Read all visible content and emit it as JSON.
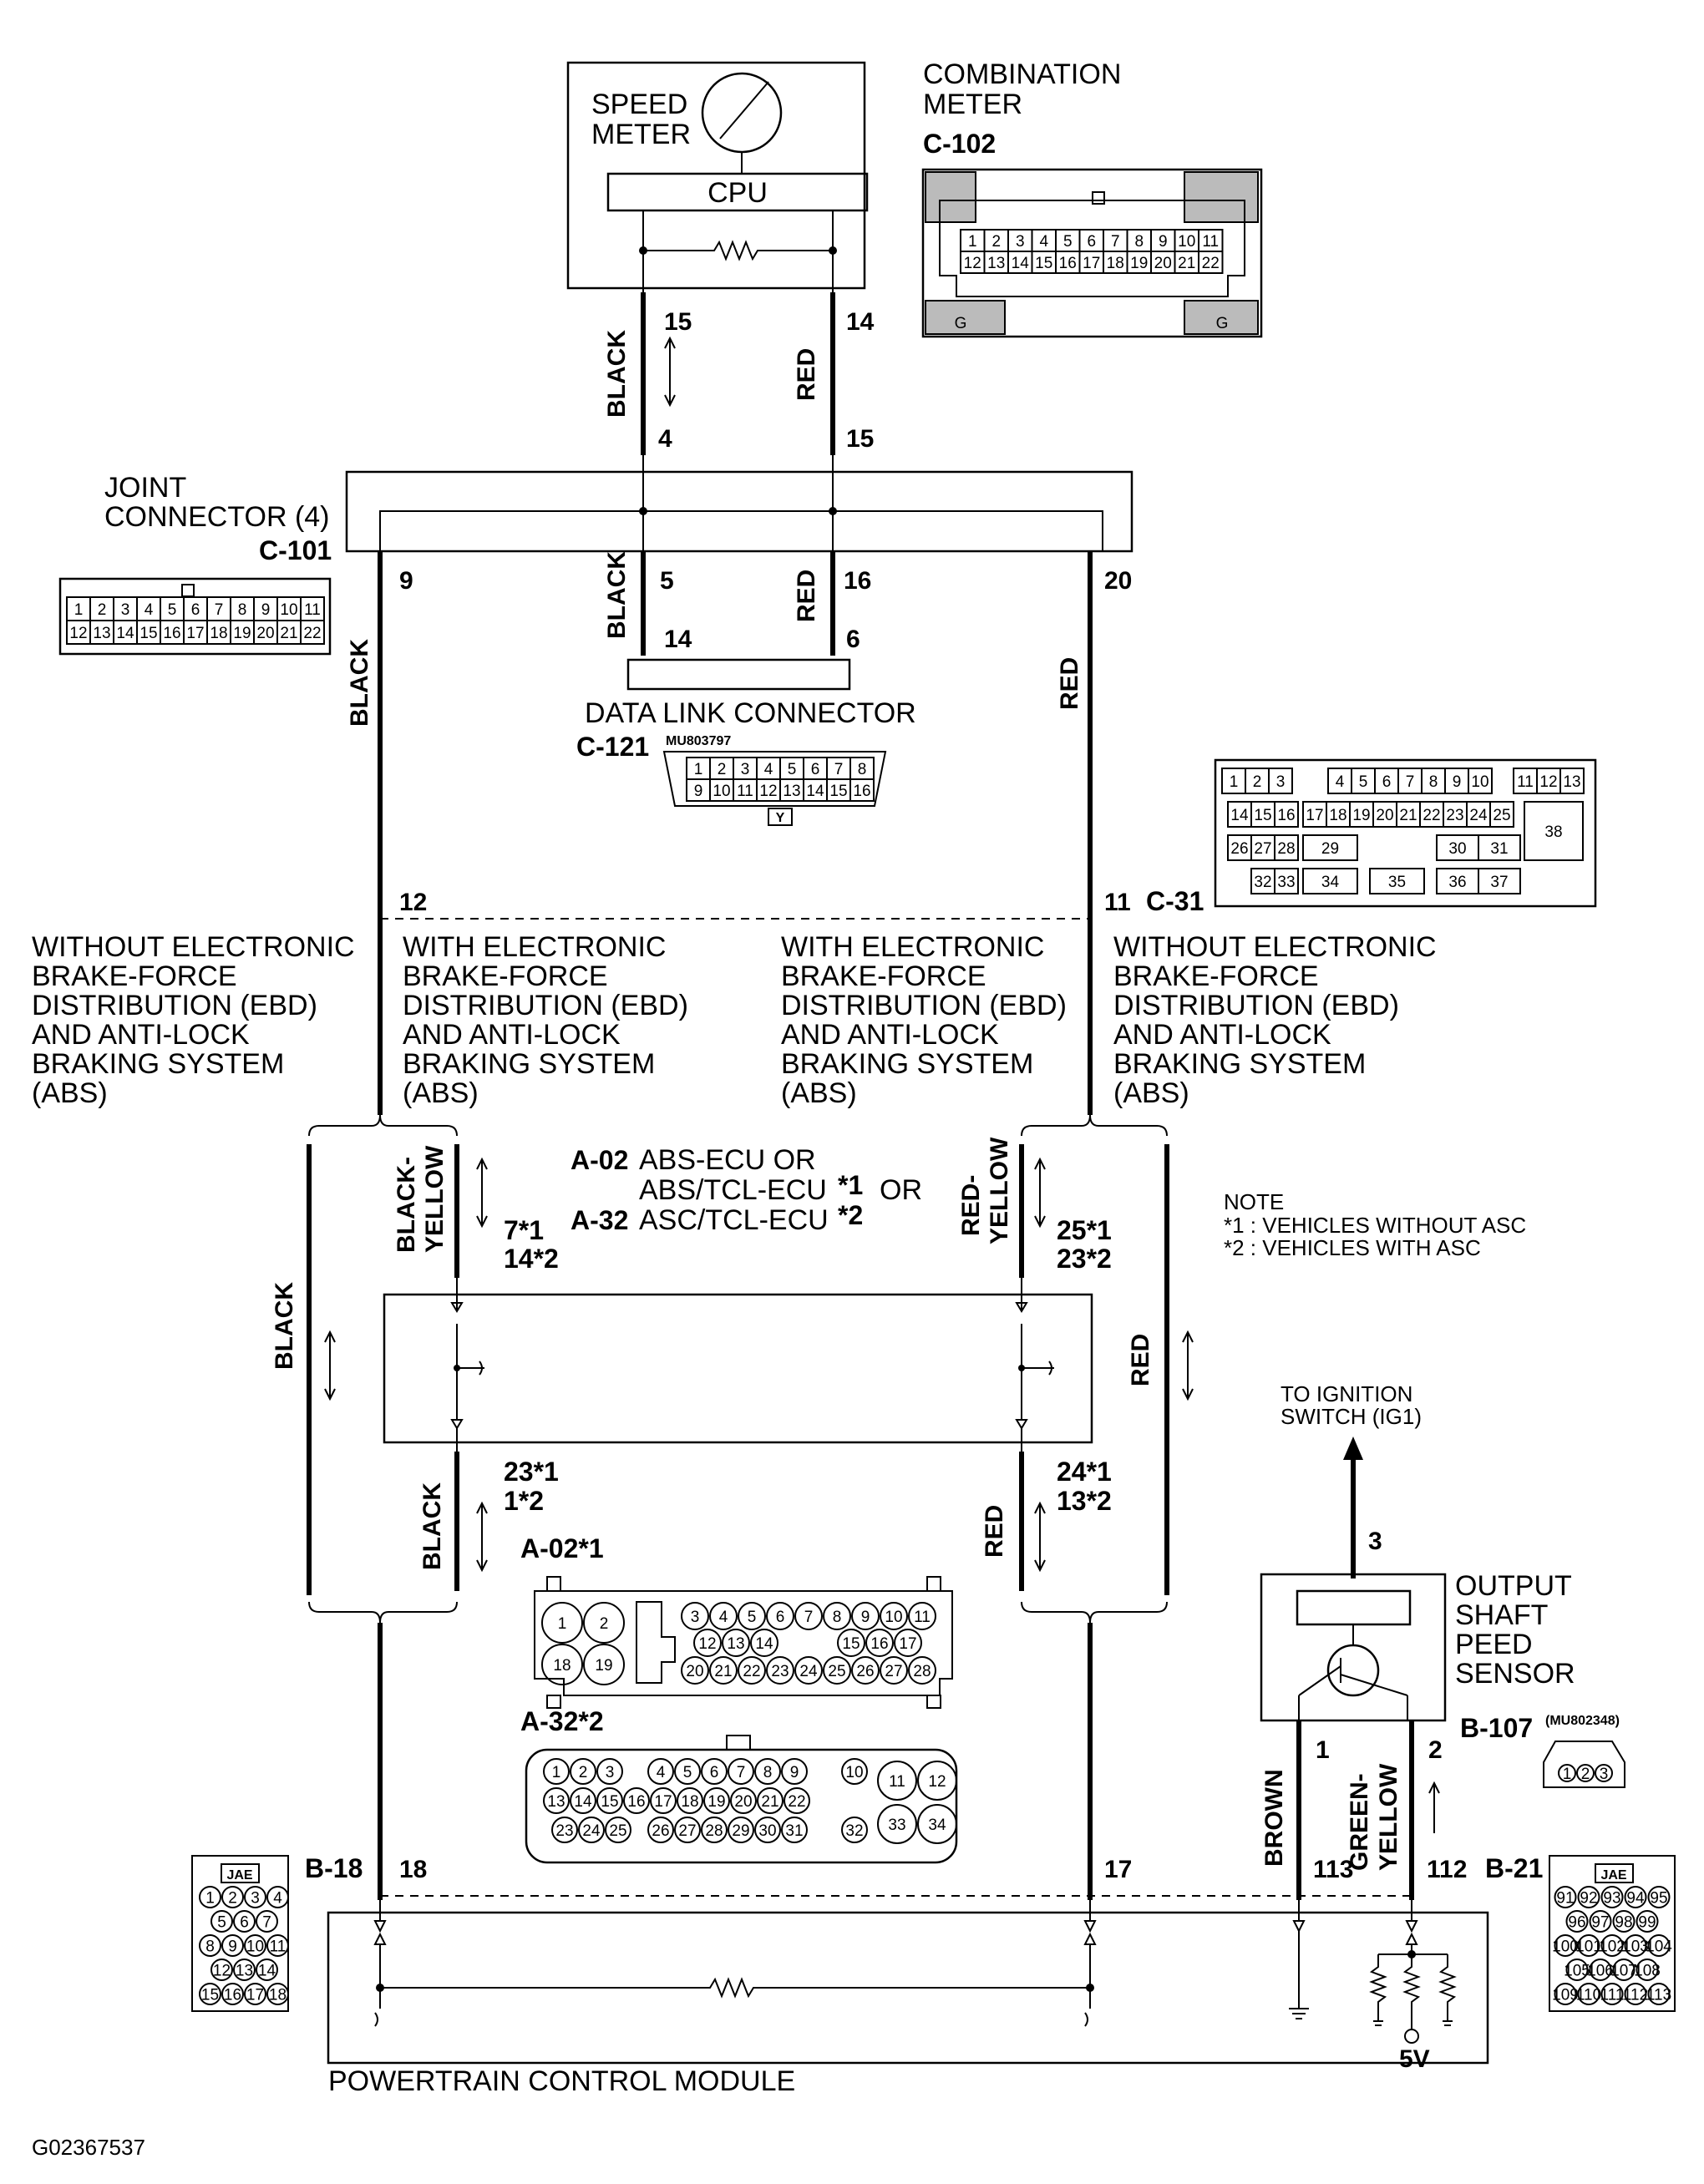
{
  "combination_meter": {
    "title_line1": "COMBINATION",
    "title_line2": "METER",
    "connector": "C-102",
    "speed_line1": "SPEED",
    "speed_line2": "METER",
    "cpu": "CPU",
    "pin_left": "15",
    "pin_right": "14",
    "pins_row1": [
      "1",
      "2",
      "3",
      "4",
      "5",
      "6",
      "7",
      "8",
      "9",
      "10",
      "11"
    ],
    "pins_row2": [
      "12",
      "13",
      "14",
      "15",
      "16",
      "17",
      "18",
      "19",
      "20",
      "21",
      "22"
    ],
    "ground_mark": "G"
  },
  "joint_connector": {
    "title_line1": "JOINT",
    "title_line2": "CONNECTOR (4)",
    "connector": "C-101",
    "pin_in_left": "4",
    "pin_in_right": "15",
    "pin_out_1": "9",
    "pin_out_2": "5",
    "pin_out_3": "16",
    "pin_out_4": "20",
    "pins_row1": [
      "1",
      "2",
      "3",
      "4",
      "5",
      "6",
      "7",
      "8",
      "9",
      "10",
      "11"
    ],
    "pins_row2": [
      "12",
      "13",
      "14",
      "15",
      "16",
      "17",
      "18",
      "19",
      "20",
      "21",
      "22"
    ]
  },
  "data_link_connector": {
    "title": "DATA LINK CONNECTOR",
    "connector": "C-121",
    "part_no": "MU803797",
    "pin_left": "14",
    "pin_right": "6",
    "pins_row1": [
      "1",
      "2",
      "3",
      "4",
      "5",
      "6",
      "7",
      "8"
    ],
    "pins_row2": [
      "9",
      "10",
      "11",
      "12",
      "13",
      "14",
      "15",
      "16"
    ],
    "key": "Y"
  },
  "wire_colors": {
    "black": "BLACK",
    "red": "RED",
    "black_yellow_1": "BLACK-",
    "black_yellow_2": "YELLOW",
    "red_yellow_1": "RED-",
    "red_yellow_2": "YELLOW",
    "brown": "BROWN",
    "green_yellow_1": "GREEN-",
    "green_yellow_2": "YELLOW"
  },
  "c31": {
    "connector": "C-31",
    "pin_left": "12",
    "pin_right": "11",
    "row1": [
      "1",
      "2",
      "3",
      "4",
      "5",
      "6",
      "7",
      "8",
      "9",
      "10",
      "11",
      "12",
      "13"
    ],
    "row2": [
      "14",
      "15",
      "16",
      "17",
      "18",
      "19",
      "20",
      "21",
      "22",
      "23",
      "24",
      "25"
    ],
    "row3": [
      "26",
      "27",
      "28",
      "29",
      "30",
      "31"
    ],
    "row4": [
      "32",
      "33",
      "34",
      "35",
      "36",
      "37"
    ],
    "big": "38"
  },
  "variants": {
    "without_1": "WITHOUT ELECTRONIC",
    "with_1": "WITH ELECTRONIC",
    "line2": "BRAKE-FORCE",
    "line3": "DISTRIBUTION (EBD)",
    "line4": "AND ANTI-LOCK",
    "line5": "BRAKING SYSTEM",
    "line6": "(ABS)"
  },
  "abs_ecu": {
    "line1_conn": "A-02",
    "line1_text": "ABS-ECU OR",
    "line2_text": "ABS/TCL-ECU",
    "line2_mark": "*1",
    "line2_tail": "OR",
    "line3_conn": "A-32",
    "line3_text": "ASC/TCL-ECU",
    "line3_mark": "*2",
    "pin_tl_1": "7*1",
    "pin_tl_2": "14*2",
    "pin_tr_1": "25*1",
    "pin_tr_2": "23*2",
    "pin_bl_1": "23*1",
    "pin_bl_2": "1*2",
    "pin_br_1": "24*1",
    "pin_br_2": "13*2",
    "a02_label": "A-02*1",
    "a32_label": "A-32*2",
    "a02_big": [
      "1",
      "2",
      "18",
      "19"
    ],
    "a02_row1": [
      "3",
      "4",
      "5",
      "6",
      "7",
      "8",
      "9",
      "10",
      "11"
    ],
    "a02_row2": [
      "12",
      "13",
      "14",
      "15",
      "16",
      "17"
    ],
    "a02_row3": [
      "20",
      "21",
      "22",
      "23",
      "24",
      "25",
      "26",
      "27",
      "28"
    ],
    "a32_row1": [
      "1",
      "2",
      "3",
      "4",
      "5",
      "6",
      "7",
      "8",
      "9",
      "10"
    ],
    "a32_row2": [
      "13",
      "14",
      "15",
      "16",
      "17",
      "18",
      "19",
      "20",
      "21",
      "22"
    ],
    "a32_row3": [
      "23",
      "24",
      "25",
      "26",
      "27",
      "28",
      "29",
      "30",
      "31",
      "32"
    ],
    "a32_big": [
      "11",
      "12",
      "33",
      "34"
    ]
  },
  "note": {
    "title": "NOTE",
    "line1": "*1 : VEHICLES WITHOUT ASC",
    "line2": "*2 : VEHICLES WITH ASC"
  },
  "sensor": {
    "to_line1": "TO IGNITION",
    "to_line2": "SWITCH (IG1)",
    "pin_top": "3",
    "title_line1": "OUTPUT",
    "title_line2": "SHAFT",
    "title_line3": "PEED",
    "title_line4": "SENSOR",
    "connector": "B-107",
    "part_no": "(MU802348)",
    "pin_left": "1",
    "pin_right": "2",
    "pins": [
      "1",
      "2",
      "3"
    ]
  },
  "pcm": {
    "title": "POWERTRAIN CONTROL MODULE",
    "b18": "B-18",
    "b21": "B-21",
    "pin_18": "18",
    "pin_17": "17",
    "pin_113": "113",
    "pin_112": "112",
    "jae": "JAE",
    "voltage": "5V",
    "b18_rows": [
      [
        "1",
        "2",
        "3",
        "4"
      ],
      [
        "5",
        "6",
        "7"
      ],
      [
        "8",
        "9",
        "10",
        "11"
      ],
      [
        "12",
        "13",
        "14"
      ],
      [
        "15",
        "16",
        "17",
        "18"
      ]
    ],
    "b21_rows": [
      [
        "91",
        "92",
        "93",
        "94",
        "95"
      ],
      [
        "96",
        "97",
        "98",
        "99"
      ],
      [
        "100",
        "101",
        "102",
        "103",
        "104"
      ],
      [
        "105",
        "106",
        "107",
        "108"
      ],
      [
        "109",
        "110",
        "111",
        "112",
        "113"
      ]
    ]
  },
  "figure_id": "G02367537"
}
